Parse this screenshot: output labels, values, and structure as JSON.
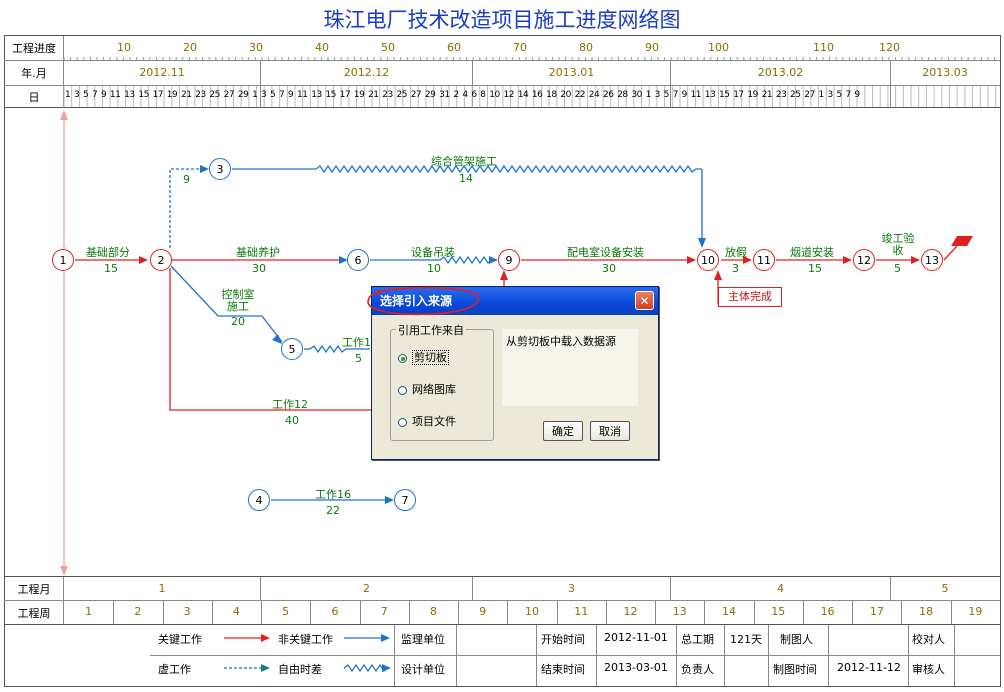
{
  "title": "珠江电厂技术改造项目施工进度网络图",
  "row_labels": {
    "progress": "工程进度",
    "year_month": "年.月",
    "day": "日",
    "month": "工程月",
    "week": "工程周"
  },
  "progress_ticks": [
    "10",
    "20",
    "30",
    "40",
    "50",
    "60",
    "70",
    "80",
    "90",
    "100",
    "110",
    "120"
  ],
  "months": [
    "2012.11",
    "2012.12",
    "2013.01",
    "2013.02",
    "2013.03"
  ],
  "day_labels": "1 3 5 7 9 11 13 15 17 19 21 23 25 27 29 1 3 5 7 9 11 13 15 17 19 21 23 25 27 29 31 2 4 6 8 10 12 14 16 18 20 22 24 26 28 30 1 3 5 7 9 11 13 15 17 19 21 23 25 27 1 3 5 7 9",
  "project_months": [
    "1",
    "2",
    "3",
    "4",
    "5"
  ],
  "project_weeks": [
    "1",
    "2",
    "3",
    "4",
    "5",
    "6",
    "7",
    "8",
    "9",
    "10",
    "11",
    "12",
    "13",
    "14",
    "15",
    "16",
    "17",
    "18",
    "19"
  ],
  "nodes": [
    "1",
    "2",
    "3",
    "4",
    "5",
    "6",
    "7",
    "9",
    "10",
    "11",
    "12",
    "13"
  ],
  "tasks": [
    {
      "name": "基础部分",
      "duration": "15"
    },
    {
      "name": "综合管架施工",
      "duration": "14"
    },
    {
      "name": "基础养护",
      "duration": "30"
    },
    {
      "name": "设备吊装",
      "duration": "10"
    },
    {
      "name": "配电室设备安装",
      "duration": "30"
    },
    {
      "name": "放假",
      "duration": "3"
    },
    {
      "name": "烟道安装",
      "duration": "15"
    },
    {
      "name": "竣工验收",
      "duration": "5"
    },
    {
      "name": "控制室施工",
      "duration": "20"
    },
    {
      "name": "工作1",
      "duration": "5"
    },
    {
      "name": "工作12",
      "duration": "40"
    },
    {
      "name": "工作16",
      "duration": "22"
    },
    {
      "name": "",
      "duration": "9"
    }
  ],
  "callout": "主体完成",
  "legend": {
    "critical": "关键工作",
    "noncritical": "非关键工作",
    "dummy": "虚工作",
    "free_float": "自由时差"
  },
  "info": {
    "supervisor_label": "监理单位",
    "designer_label": "设计单位",
    "start_label": "开始时间",
    "start_value": "2012-11-01",
    "end_label": "结束时间",
    "end_value": "2013-03-01",
    "duration_label": "总工期",
    "duration_value": "121天",
    "owner_label": "负责人",
    "drawer_label": "制图人",
    "draw_time_label": "制图时间",
    "draw_time_value": "2012-11-12",
    "checker_label": "校对人",
    "reviewer_label": "审核人"
  },
  "dialog": {
    "title": "选择引入来源",
    "close": "✕",
    "group_title": "引用工作来自",
    "options": [
      "剪切板",
      "网络图库",
      "项目文件"
    ],
    "selected": "剪切板",
    "description": "从剪切板中载入数据源",
    "ok": "确定",
    "cancel": "取消"
  },
  "colors": {
    "critical": "#e02020",
    "noncritical": "#2070d0",
    "title": "#1c3cc8",
    "task_text": "#0a7a0a",
    "annotation": "#e02020"
  }
}
